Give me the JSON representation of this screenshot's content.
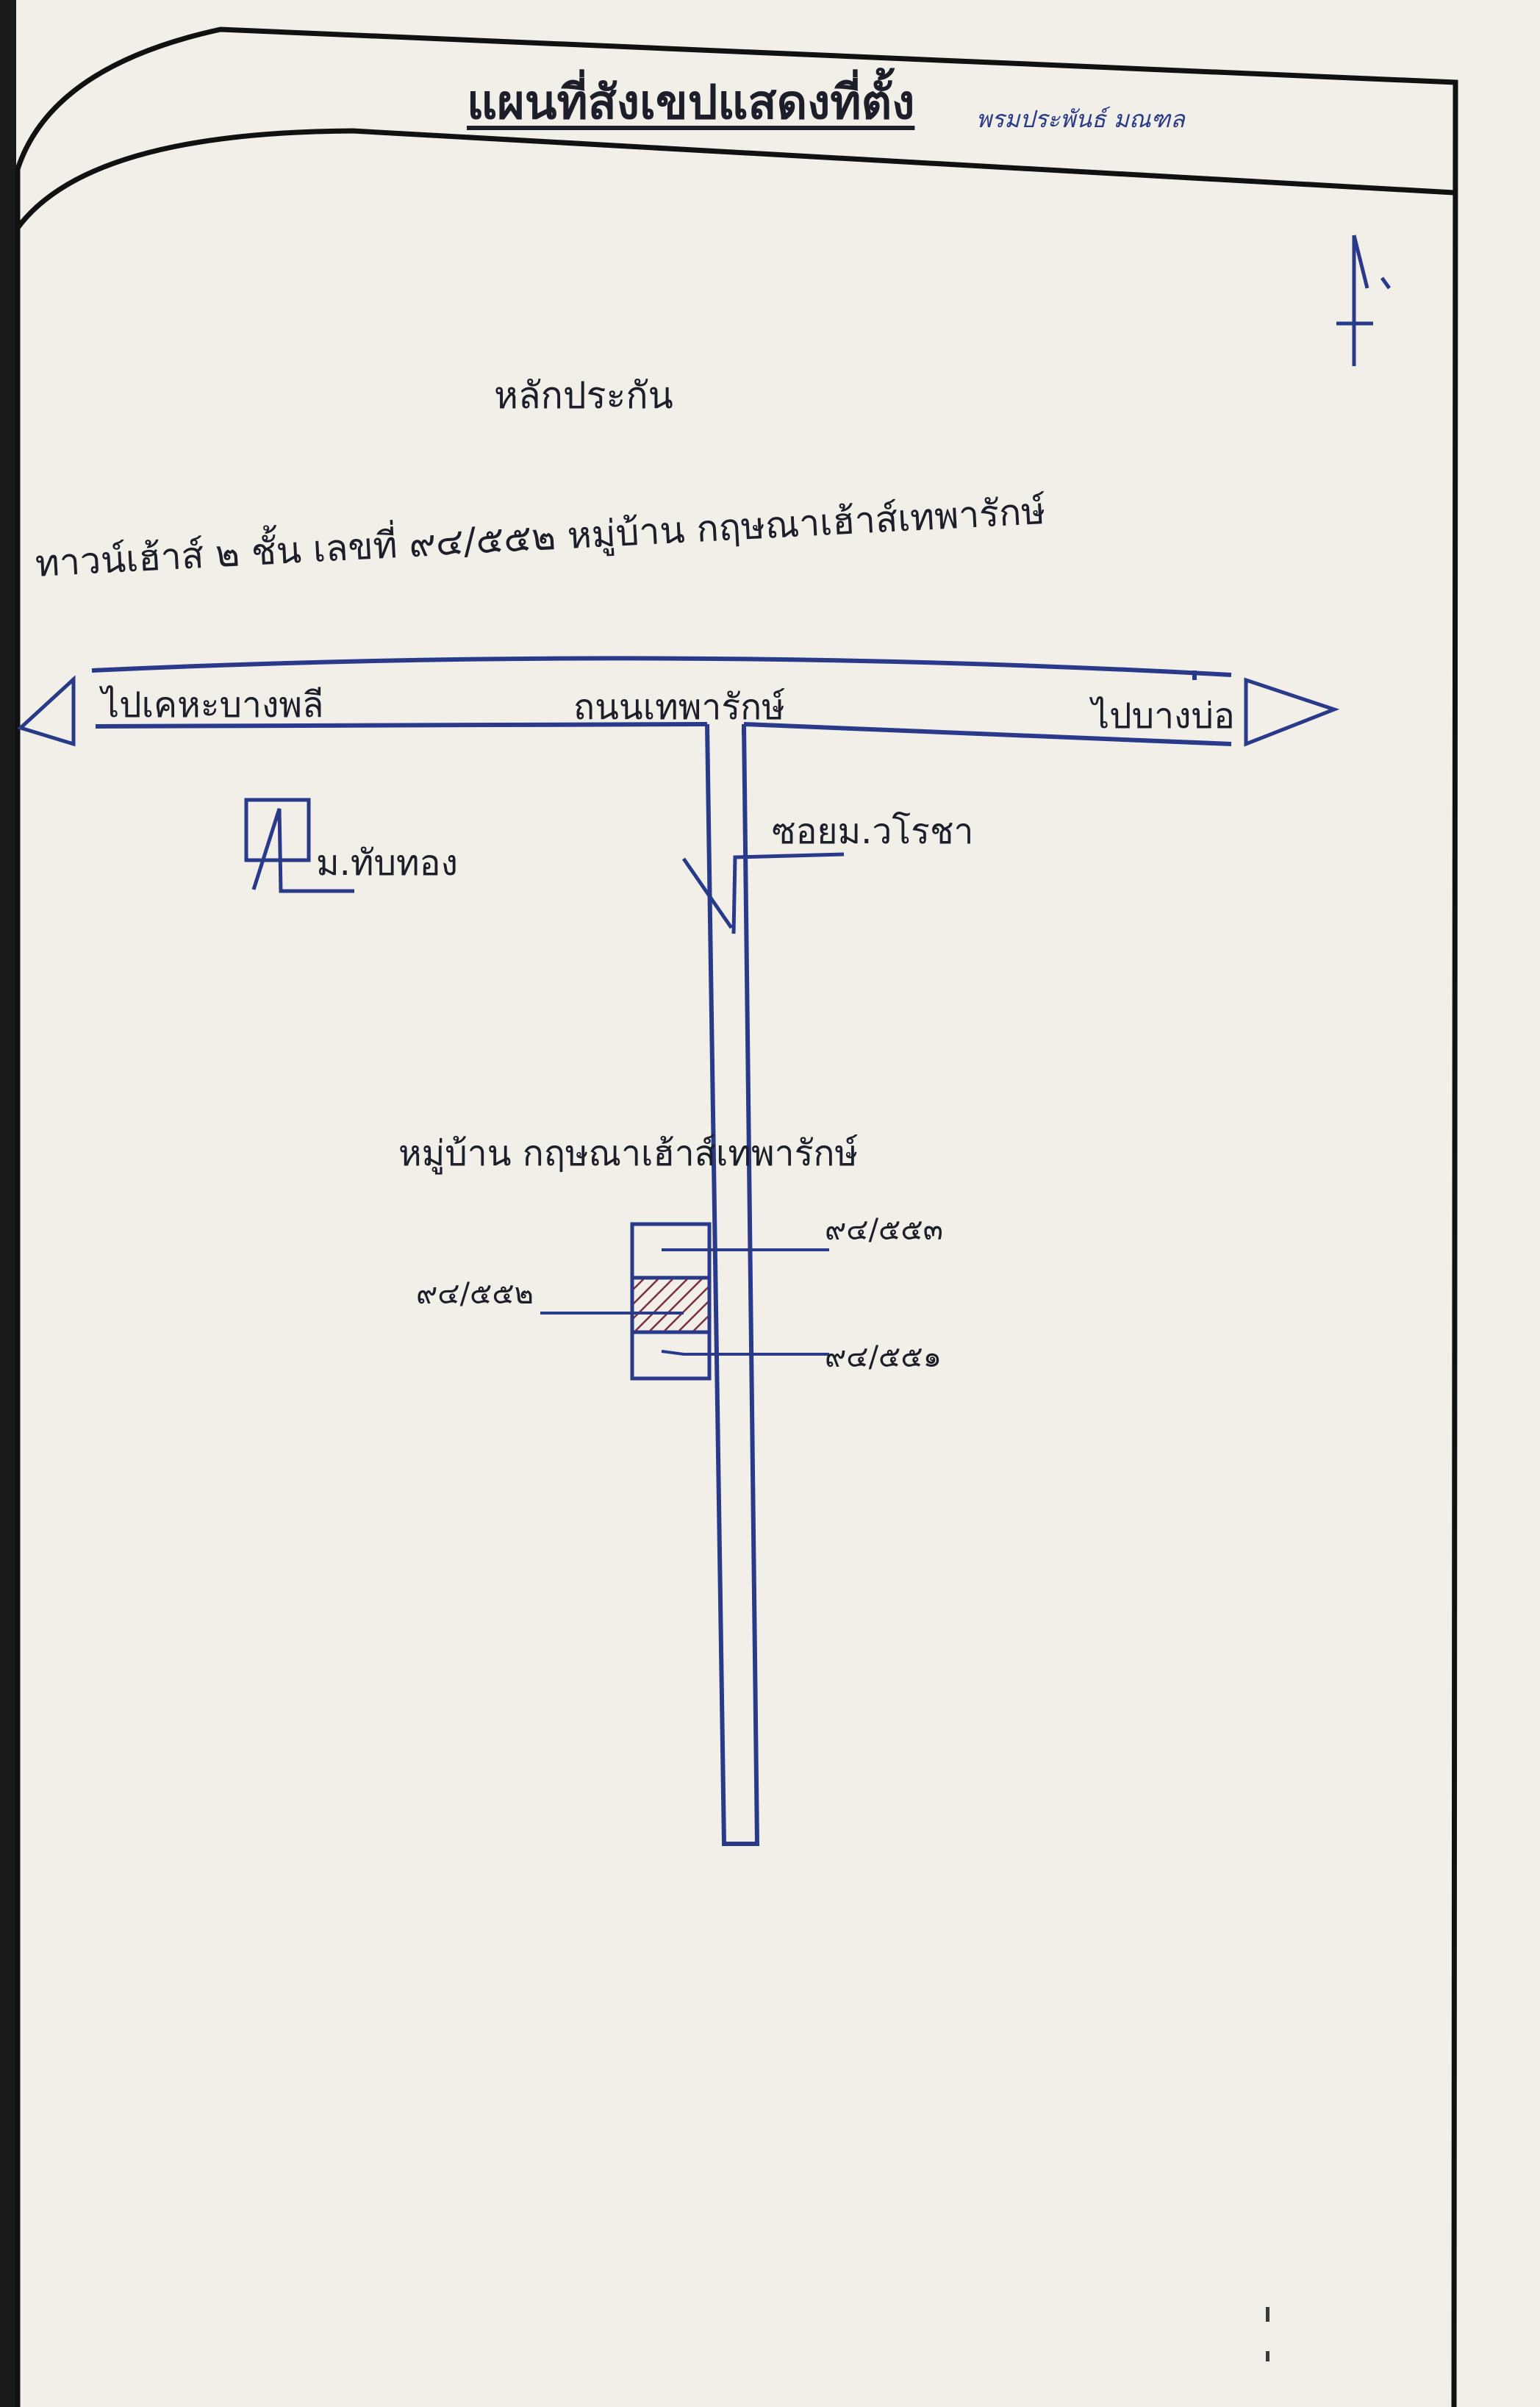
{
  "title": "แผนที่สังเขปแสดงที่ตั้ง",
  "signature_text": "พรมประพันธ์ มณฑล",
  "collateral_label": "หลักประกัน",
  "property_label": "ทาวน์เฮ้าส์ ๒ ชั้น เลขที่ ๙๔/๕๕๒ หมู่บ้าน กฤษณาเฮ้าส์เทพารักษ์",
  "road": {
    "name": "ถนนเทพารักษ์",
    "left_destination": "ไปเคหะบางพลี",
    "right_destination": "ไปบางบ่อ"
  },
  "soi_label": "ซอยม.วโรชา",
  "landmark_label": "ม.ทับทอง",
  "village_label": "หมู่บ้าน กฤษณาเฮ้าส์เทพารักษ์",
  "houses": {
    "upper": "๙๔/๕๕๓",
    "subject": "๙๔/๕๕๒",
    "lower": "๙๔/๕๕๑"
  },
  "colors": {
    "ink": "#2a3a8a",
    "border": "#111111",
    "paper": "#f1efe8",
    "subject_hatch": "#7a3040"
  }
}
